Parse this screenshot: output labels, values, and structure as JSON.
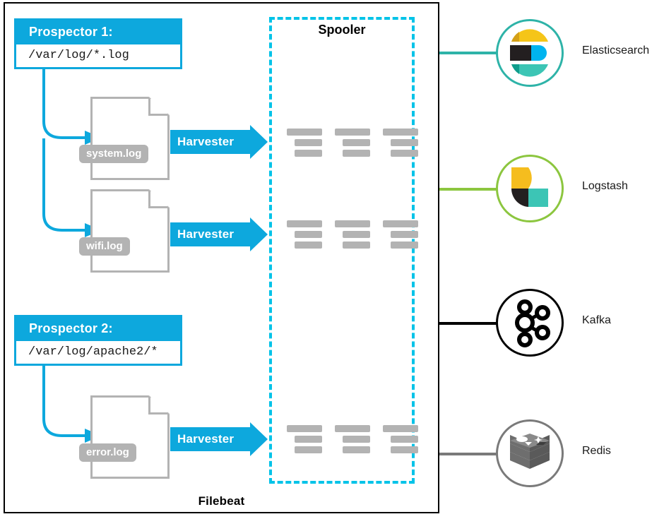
{
  "diagram": {
    "container_label": "Filebeat",
    "spooler_label": "Spooler",
    "colors": {
      "prospector_blue": "#0da8dd",
      "spooler_dashed": "#00c3e8",
      "harvester_blue": "#0da8dd",
      "document_gray": "#b3b3b3",
      "container_border": "#000000",
      "elasticsearch": "#2eb3a8",
      "logstash": "#8cc63f",
      "kafka": "#000000",
      "redis": "#7a7a7a"
    }
  },
  "prospectors": [
    {
      "title": "Prospector 1:",
      "path": "/var/log/*.log"
    },
    {
      "title": "Prospector 2:",
      "path": "/var/log/apache2/*"
    }
  ],
  "logfiles": [
    {
      "name": "system.log"
    },
    {
      "name": "wifi.log"
    },
    {
      "name": "error.log"
    }
  ],
  "harvesters": [
    {
      "label": "Harvester"
    },
    {
      "label": "Harvester"
    },
    {
      "label": "Harvester"
    }
  ],
  "spooler": {
    "title": "Spooler",
    "document_groups": 9,
    "rows": 3,
    "groups_per_row": 3
  },
  "destinations": [
    {
      "label": "Elasticsearch",
      "icon": "elasticsearch-logo-icon",
      "line_color": "#2eb3a8"
    },
    {
      "label": "Logstash",
      "icon": "logstash-logo-icon",
      "line_color": "#8cc63f"
    },
    {
      "label": "Kafka",
      "icon": "kafka-logo-icon",
      "line_color": "#000000"
    },
    {
      "label": "Redis",
      "icon": "redis-logo-icon",
      "line_color": "#7a7a7a"
    }
  ]
}
